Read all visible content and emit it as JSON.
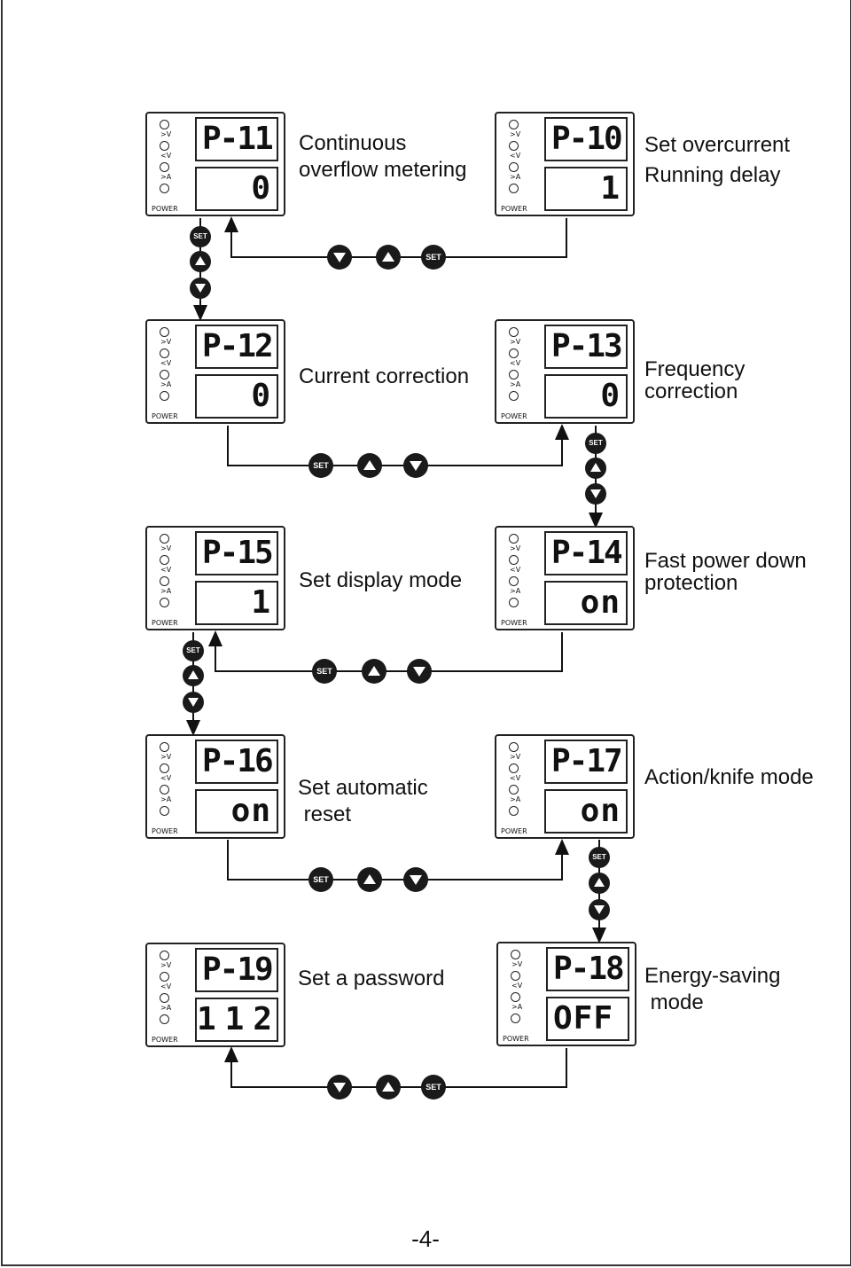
{
  "page_number": "-4-",
  "led_labels": [
    ">V",
    "<V",
    ">A",
    "POWER"
  ],
  "devices": {
    "p11": {
      "code": "P-11",
      "value": "0",
      "caption_lines": [
        "Continuous",
        "overflow metering"
      ]
    },
    "p10": {
      "code": "P-10",
      "value": "1",
      "caption_lines": [
        "Set overcurrent",
        "Running delay"
      ]
    },
    "p12": {
      "code": "P-12",
      "value": "0",
      "caption_lines": [
        "Current correction"
      ]
    },
    "p13": {
      "code": "P-13",
      "value": "0",
      "caption_lines": [
        "Frequency",
        "correction"
      ]
    },
    "p15": {
      "code": "P-15",
      "value": "1",
      "caption_lines": [
        "Set display mode"
      ]
    },
    "p14": {
      "code": "P-14",
      "value": "on",
      "caption_lines": [
        "Fast power down",
        "protection"
      ]
    },
    "p16": {
      "code": "P-16",
      "value": "on",
      "caption_lines": [
        "Set automatic",
        " reset"
      ]
    },
    "p17": {
      "code": "P-17",
      "value": "on",
      "caption_lines": [
        "Action/knife mode"
      ]
    },
    "p19": {
      "code": "P-19",
      "value": "112",
      "caption_lines": [
        "Set a password"
      ]
    },
    "p18": {
      "code": "P-18",
      "value": "OFF",
      "caption_lines": [
        "Energy-saving",
        " mode"
      ]
    }
  },
  "set_label": "SET"
}
